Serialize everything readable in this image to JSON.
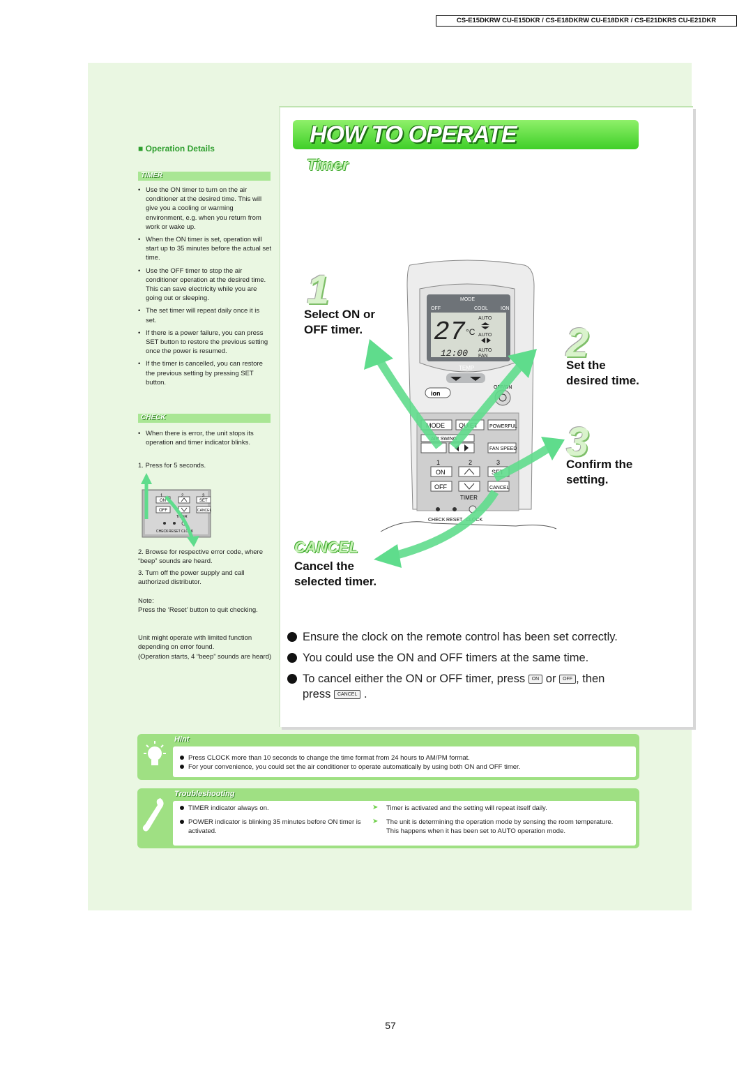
{
  "header": {
    "models": "CS-E15DKRW CU-E15DKR / CS-E18DKRW CU-E18DKR / CS-E21DKRS CU-E21DKR"
  },
  "sidebar": {
    "heading": "Operation Details",
    "timer_section": {
      "title": "TIMER",
      "bullets": [
        "Use the ON timer to turn on the air conditioner at the desired time. This will give you a cooling or warming environment, e.g. when you return from work or wake up.",
        "When the ON timer is set, operation will start up to 35 minutes before the actual set time.",
        "Use the OFF timer to stop the air conditioner operation at the desired time. This can save electricity while you are going out or sleeping.",
        "The set timer will repeat daily once it is set.",
        "If there is a power failure, you can press SET button to restore the previous setting once the power is resumed.",
        "If the timer is cancelled, you can restore the previous setting by pressing SET button."
      ]
    },
    "check_section": {
      "title": "CHECK",
      "bullets": [
        "When there is error, the unit stops its operation and timer indicator blinks."
      ],
      "step1": "1. Press for 5 seconds.",
      "step2": "2. Browse for respective error code, where “beep” sounds are heard.",
      "step3": "3. Turn off the power supply and call authorized distributor.",
      "note_label": "Note:",
      "note_text": "Press the ‘Reset’ button to quit checking.",
      "extra1": "Unit might operate with limited function depending on error found.",
      "extra2": "(Operation starts, 4 “beep” sounds are heard)"
    },
    "mini_remote": {
      "nums": [
        "1",
        "2",
        "3"
      ],
      "on": "ON",
      "set": "SET",
      "off": "OFF",
      "cancel": "CANCEL",
      "timer": "TIMER",
      "check": "CHECK",
      "reset": "RESET",
      "clock": "CLOCK"
    }
  },
  "main": {
    "banner": "HOW TO OPERATE",
    "subtitle": "Timer",
    "steps": [
      {
        "num": "1",
        "line1": "Select ON or",
        "line2": "OFF timer."
      },
      {
        "num": "2",
        "line1": "Set the",
        "line2": "desired time."
      },
      {
        "num": "3",
        "line1": "Confirm the",
        "line2": "setting."
      }
    ],
    "cancel": {
      "word": "CANCEL",
      "line1": "Cancel the",
      "line2": "selected timer."
    },
    "notes": [
      "Ensure the clock on the remote control has been set correctly.",
      "You could use the ON and OFF timers at the same time."
    ],
    "note3": {
      "before": "To cancel either the ON or OFF timer, press",
      "btn_on": "ON",
      "or": "or",
      "btn_off": "OFF",
      "then": ", then",
      "press": "press",
      "btn_cancel": "CANCEL",
      "end": "."
    }
  },
  "remote": {
    "mode": "MODE",
    "off": "OFF",
    "cool": "COOL",
    "ion": "ION",
    "temp_display": "27",
    "temp_unit": "°C",
    "auto1": "AUTO",
    "auto2": "AUTO",
    "clock_display": "12:00",
    "auto3": "AUTO",
    "fan": "FAN",
    "temp": "TEMP",
    "offon": "OFF/ON",
    "ion_btn": "ion",
    "btn_mode": "MODE",
    "btn_quiet": "QUIET",
    "btn_powerful": "POWERFUL",
    "air_swing": "AIR SWING",
    "fan_speed": "FAN SPEED",
    "nums": [
      "1",
      "2",
      "3"
    ],
    "btn_on": "ON",
    "btn_set": "SET",
    "btn_off": "OFF",
    "btn_cancel": "CANCEL",
    "timer": "TIMER",
    "check": "CHECK",
    "reset": "RESET",
    "clock": "CLOCK"
  },
  "hint": {
    "title": "Hint",
    "items": [
      "Press CLOCK more than 10 seconds to change the time format from 24 hours to AM/PM format.",
      "For your convenience, you could set the air conditioner to operate automatically by using both ON and OFF timer."
    ]
  },
  "troubleshooting": {
    "title": "Troubleshooting",
    "rows": [
      {
        "symptom": "TIMER indicator always on.",
        "cause": "Timer is activated and the setting will repeat itself daily."
      },
      {
        "symptom": "POWER indicator is blinking 35 minutes before ON timer is activated.",
        "cause": "The unit is determining the operation mode by sensing the room temperature. This happens when it has been set to AUTO operation mode."
      }
    ]
  },
  "footer": {
    "page": "57"
  },
  "colors": {
    "green_panel": "#eaf7e2",
    "banner_green": "#3fcf28",
    "arrow_green": "#5fdc8c"
  }
}
